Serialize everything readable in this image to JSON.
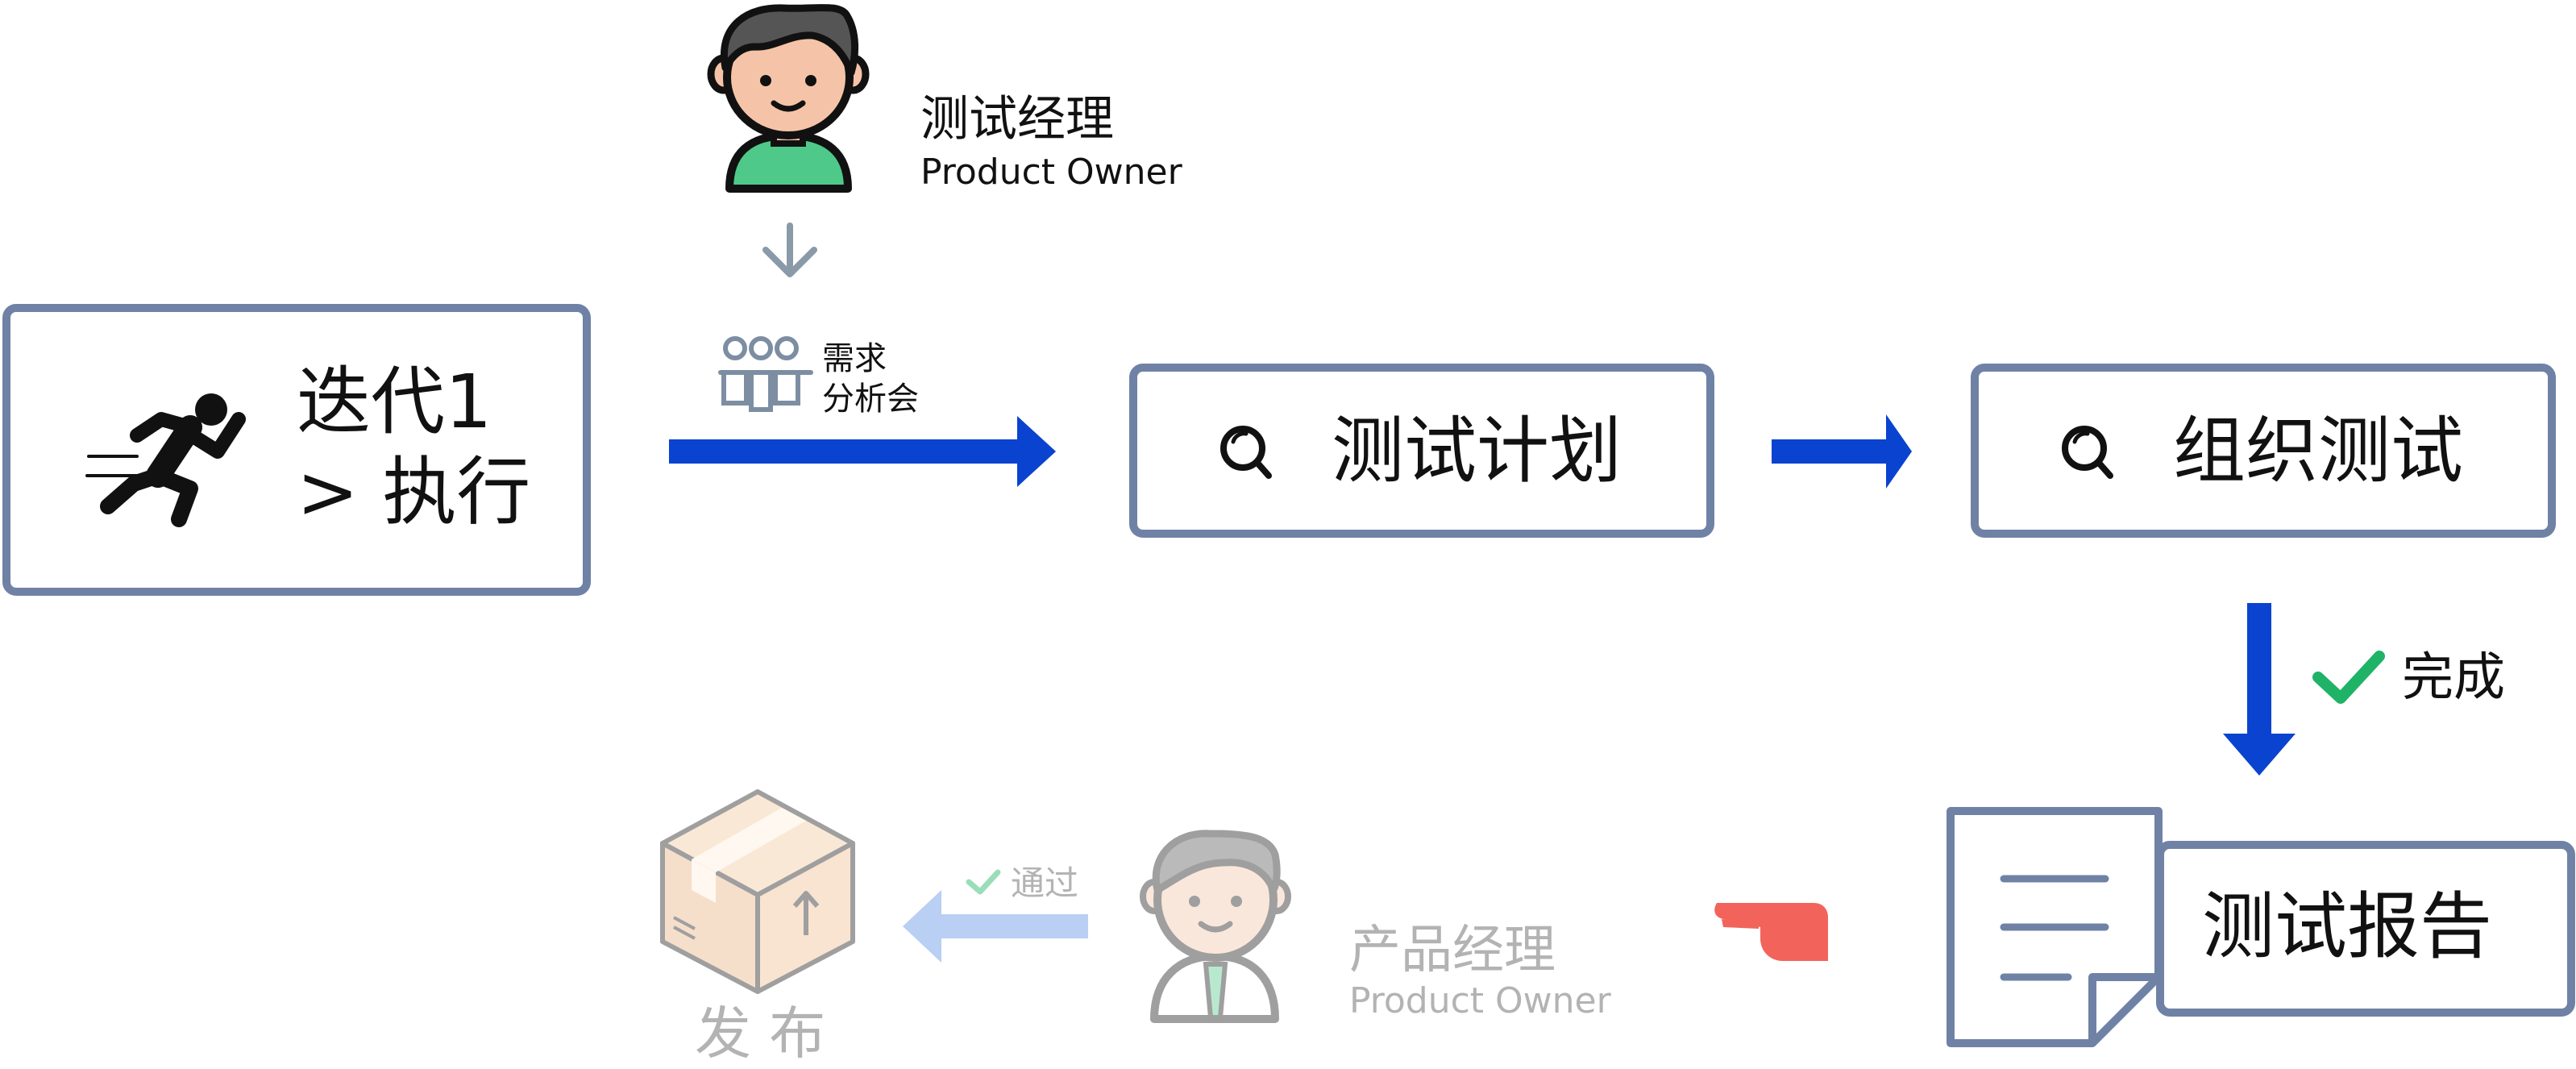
{
  "test_manager": {
    "title": "测试经理",
    "subtitle": "Product Owner"
  },
  "meeting": {
    "label_line1": "需求",
    "label_line2": "分析会"
  },
  "iteration_box": {
    "line1": "迭代1",
    "line2": "> 执行"
  },
  "test_plan_box": {
    "label": "测试计划"
  },
  "organize_test_box": {
    "label": "组织测试"
  },
  "done_label": "完成",
  "report_box": {
    "label": "测试报告"
  },
  "product_manager": {
    "title": "产品经理",
    "subtitle": "Product Owner"
  },
  "pass_label": "通过",
  "release_label": "发 布",
  "colors": {
    "box_border": "#6f82a6",
    "arrow_blue": "#0a43cf",
    "arrow_light": "#b9cff3",
    "check_green": "#1fb367",
    "pointer_red": "#f2645b",
    "faded_text": "#b3b3b3"
  }
}
